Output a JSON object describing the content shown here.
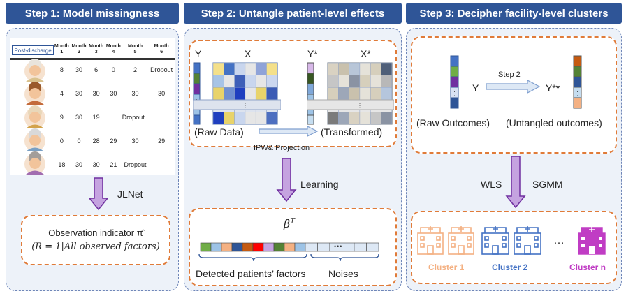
{
  "steps": [
    {
      "title": "Step 1: Model missingness"
    },
    {
      "title": "Step 2: Untangle patient-level effects"
    },
    {
      "title": "Step 3: Decipher facility-level clusters"
    }
  ],
  "step1": {
    "post_discharge": "Post-discharge",
    "month_headers": [
      [
        "Month",
        "1"
      ],
      [
        "Month",
        "2"
      ],
      [
        "Month",
        "3"
      ],
      [
        "Month",
        "4"
      ],
      [
        "Month",
        "5"
      ],
      [
        "Month",
        "6"
      ]
    ],
    "rows": [
      [
        "8",
        "30",
        "6",
        "0",
        "2",
        "Dropout"
      ],
      [
        "4",
        "30",
        "30",
        "30",
        "30",
        "30"
      ],
      [
        "9",
        "30",
        "19",
        "",
        "Dropout",
        ""
      ],
      [
        "0",
        "0",
        "28",
        "29",
        "30",
        "29"
      ],
      [
        "18",
        "30",
        "30",
        "21",
        "Dropout",
        ""
      ]
    ],
    "arrow_label": "JLNet",
    "obs_line1": "Observation indicator π̂",
    "obs_line2": "(R = 1|All observed factors)"
  },
  "step2": {
    "y_label": "Y",
    "x_label": "X",
    "ystar_label": "Y*",
    "xstar_label": "X*",
    "raw_data": "(Raw Data)",
    "transformed": "(Transformed)",
    "ipw": "IPW& Projection",
    "learning": "Learning",
    "beta": "β̂",
    "beta_sup": "T",
    "ellipsis": "•••",
    "detected": "Detected patients’ factors",
    "noises": "Noises"
  },
  "step3": {
    "y_label": "Y",
    "step2_label": "Step 2",
    "ystarstar_label": "Y**",
    "raw_outcomes": "(Raw Outcomes)",
    "untangled": "(Untangled outcomes)",
    "wls": "WLS",
    "sgmm": "SGMM",
    "dots": "…",
    "cluster1": "Cluster 1",
    "cluster2": "Cluster 2",
    "clustern": "Cluster n"
  },
  "colors": {
    "header_bg": "#2f5597",
    "panel_bg": "#edf2f9",
    "dashed_box": "#e07b39",
    "arrow_fill": "#c5a3e0",
    "arrow_stroke": "#7030a0",
    "dropout": "#c00000",
    "cluster1": "#f4b183",
    "cluster2": "#4472c4",
    "clustern": "#c03dc4"
  }
}
